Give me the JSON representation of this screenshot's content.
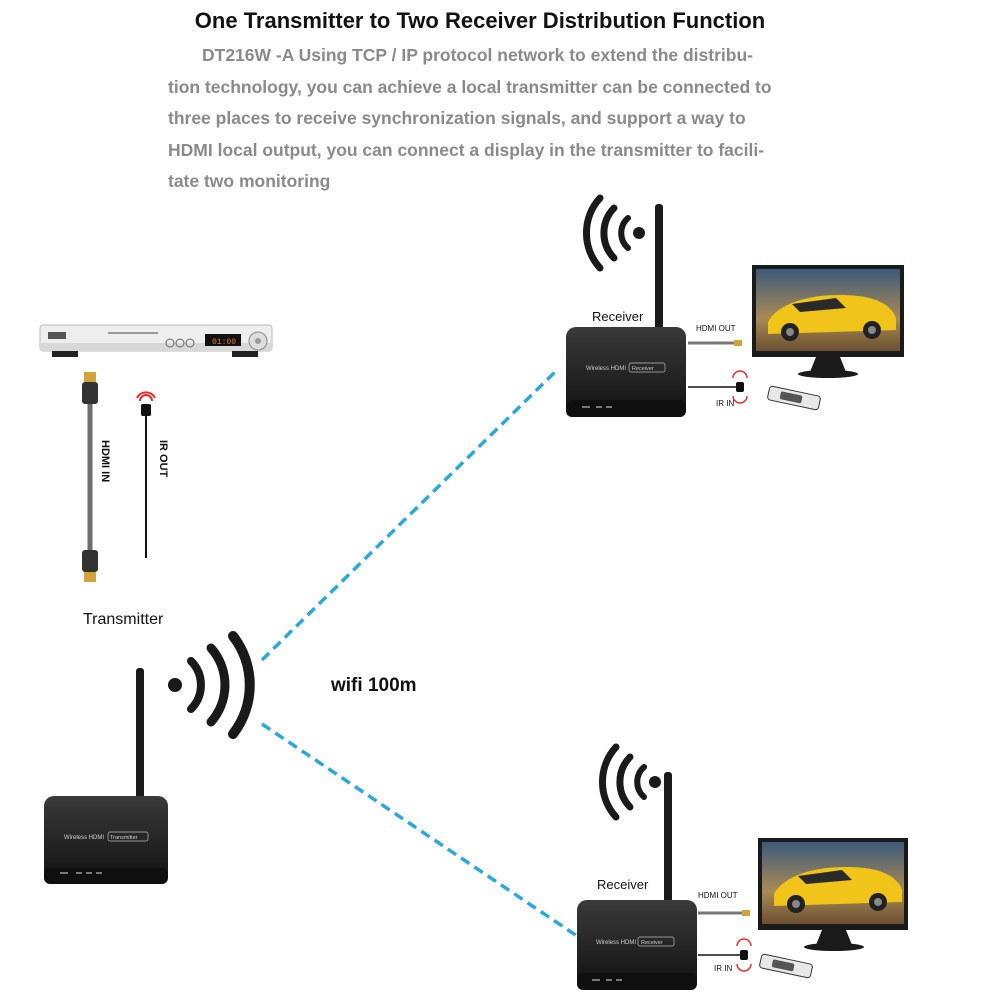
{
  "title": "One Transmitter to Two Receiver Distribution Function",
  "description": [
    "DT216W -A Using TCP / IP protocol network to extend the distribu-",
    "tion technology, you can achieve a local transmitter can be connected to",
    "three places to receive synchronization signals, and support a way to",
    "HDMI local output, you can connect a display in the transmitter to facili-",
    "tate two monitoring"
  ],
  "source_labels": {
    "hdmi_in": "HDMI IN",
    "ir_out": "IR OUT",
    "dvd_display": "01:00"
  },
  "transmitter": {
    "label": "Transmitter",
    "device_text": "Wireless HDMI",
    "device_badge": "Transmitter"
  },
  "link": {
    "label": "wifi 100m"
  },
  "receivers": [
    {
      "label": "Receiver",
      "device_text": "Wireless HDMI",
      "device_badge": "Receiver",
      "hdmi_out": "HDMI OUT",
      "ir_in": "IR IN"
    },
    {
      "label": "Receiver",
      "device_text": "Wireless HDMI",
      "device_badge": "Receiver",
      "hdmi_out": "HDMI OUT",
      "ir_in": "IR IN"
    }
  ],
  "colors": {
    "wifi_link": "#2aa8e0",
    "device_body": "#1c1c1c",
    "ir_signal": "#e0332c",
    "car": "#f0c418"
  }
}
